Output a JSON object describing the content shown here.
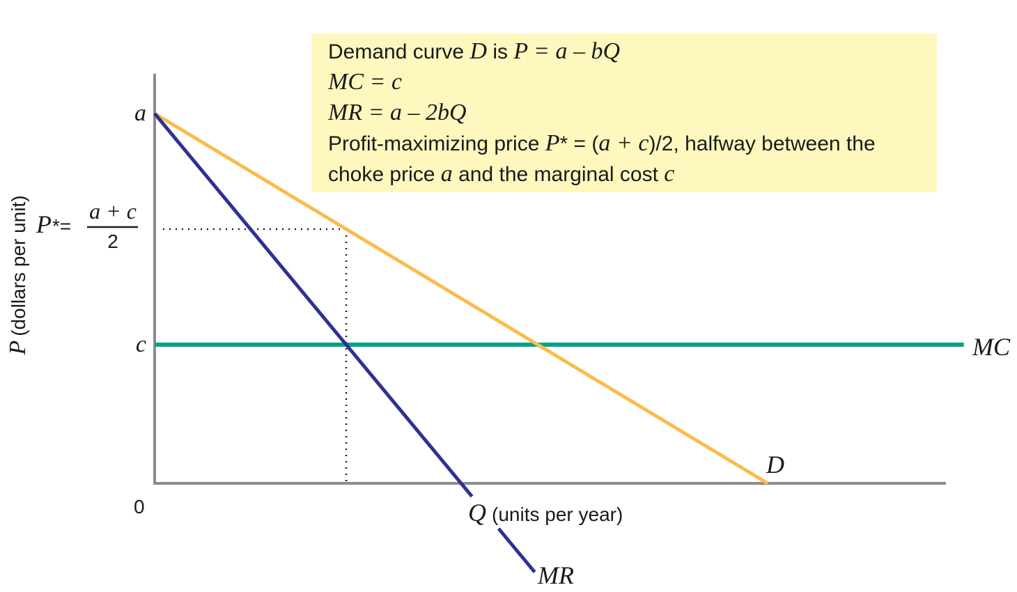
{
  "colors": {
    "demand": "#fbbb4d",
    "marginal_revenue": "#2e3192",
    "marginal_cost": "#00a188",
    "axis": "#8c8c8c",
    "guide": "#1a1a1a",
    "box_fill": "#fef8bf"
  },
  "chart_data": {
    "type": "line",
    "xlabel": {
      "symbol": "Q",
      "text": "(units per year)"
    },
    "ylabel": {
      "symbol": "P",
      "text": "(dollars per unit)"
    },
    "origin_label": "0",
    "xlim": [
      0,
      1.3
    ],
    "ylim": [
      0,
      1.07
    ],
    "y_ticks": [
      {
        "symbol": "a",
        "value": 1.0
      },
      {
        "symbol": "c",
        "value": 0.375
      }
    ],
    "pstar_label": {
      "prefix": "P",
      "suffix": "*=",
      "numerator": "a + c",
      "denominator": "2",
      "value": 0.6875
    },
    "series": [
      {
        "name": "D",
        "points": [
          [
            0,
            1.0
          ],
          [
            1.0,
            0
          ]
        ]
      },
      {
        "name": "MR",
        "points": [
          [
            0,
            1.0
          ],
          [
            0.62,
            -0.24
          ]
        ]
      },
      {
        "name": "MC",
        "points": [
          [
            0,
            0.375
          ],
          [
            1.32,
            0.375
          ]
        ]
      }
    ],
    "guides": {
      "q_star": 0.3125,
      "p_star": 0.6875
    },
    "annotation": {
      "line1_a": "Demand curve",
      "line1_D": "D",
      "line1_b": "is",
      "line1_eq": "P = a – bQ",
      "line2": "MC = c",
      "line3_lhs": "MR = a – 2",
      "line3_rhs": "bQ",
      "line4_a": "Profit-maximizing price",
      "line4_P": "P",
      "line4_b": "* = (",
      "line4_ac": "a + c",
      "line4_c": ")/2, halfway between the",
      "line5_a": "choke price",
      "line5_sym_a": "a",
      "line5_b": "and the marginal cost",
      "line5_sym_c": "c"
    }
  }
}
